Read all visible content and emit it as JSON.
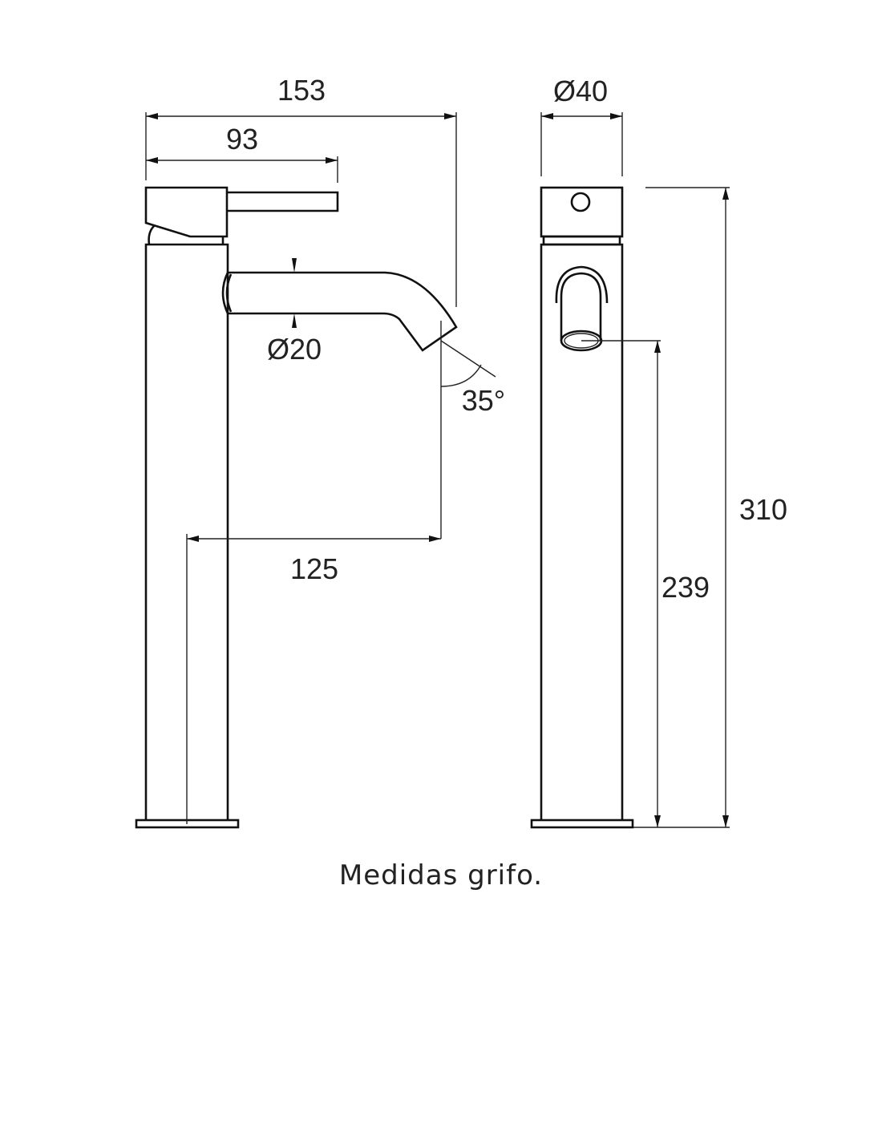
{
  "dimensions": {
    "total_width": "153",
    "lever_width": "93",
    "spout_diameter": "Ø20",
    "spout_angle": "35°",
    "spout_reach": "125",
    "body_diameter": "Ø40",
    "total_height": "310",
    "spout_height": "239"
  },
  "caption": "Medidas grifo."
}
